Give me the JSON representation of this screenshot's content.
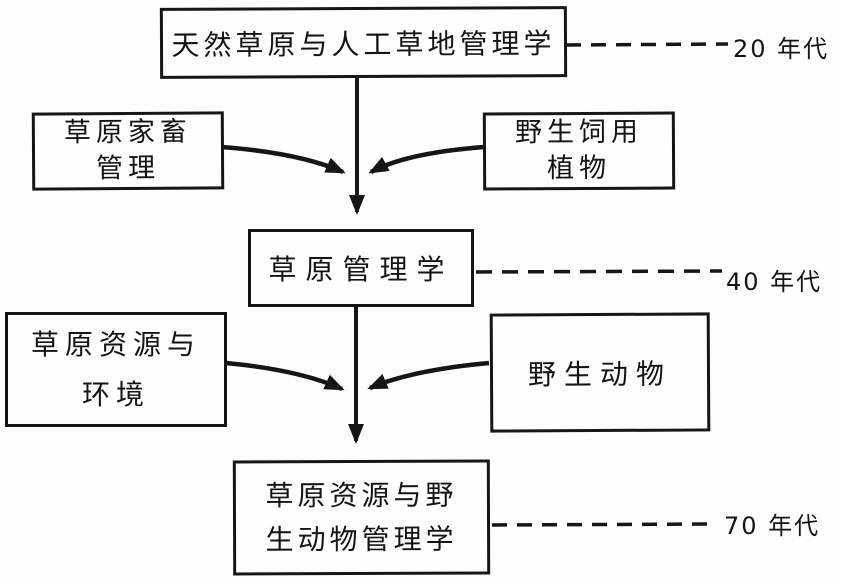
{
  "diagram": {
    "title_hint": "evolution of grassland management disciplines flowchart",
    "boxes": {
      "top": {
        "label": "天然草原与人工草地管理学"
      },
      "left1": {
        "line1": "草原家畜",
        "line2": "管理"
      },
      "right1": {
        "line1": "野生饲用",
        "line2": "植物"
      },
      "middle": {
        "label": "草原管理学"
      },
      "left2": {
        "line1": "草原资源与",
        "line2": "环境"
      },
      "right2": {
        "label": "野生动物"
      },
      "bottom": {
        "line1": "草原资源与野",
        "line2": "生动物管理学"
      }
    },
    "era_labels": {
      "twenties": "20 年代",
      "forties": "40 年代",
      "seventies": "70 年代"
    },
    "colors": {
      "ink": "#161616",
      "background": "#fefefe"
    }
  }
}
